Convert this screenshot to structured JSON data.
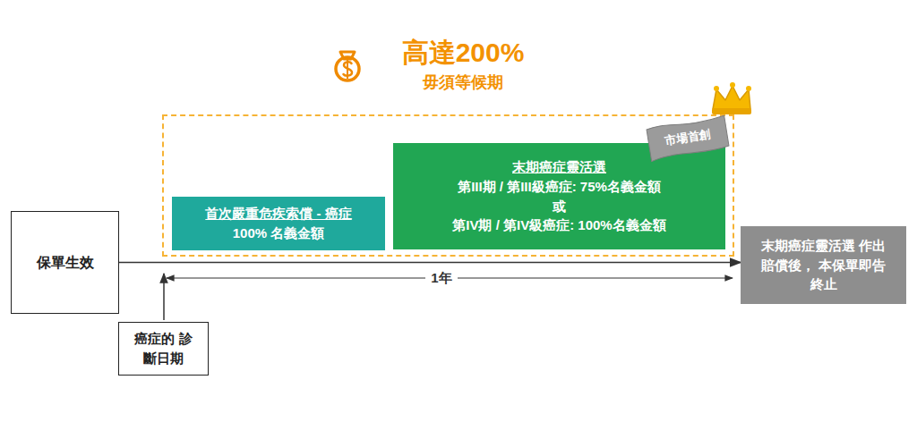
{
  "diagram": {
    "nodes": [
      {
        "text": [
          "高達200%",
          "毋須等候期"
        ]
      },
      {
        "text": [
          "保單生效"
        ]
      },
      {
        "text": [
          "首次嚴重危疾索償 - 癌症",
          "100% 名義金額"
        ],
        "in": 0
      },
      {
        "text": [
          "末期癌症靈活選",
          "第III期 / 第III級癌症: 75%名義金額",
          "或",
          "第IV期 / 第IV級癌症: 100%名義金額"
        ],
        "in": 0
      },
      {
        "text": [
          "市場首創"
        ],
        "in": 0
      },
      {
        "text": [
          "末期癌症靈活選 作出賠償後， 本保單即告終止"
        ]
      },
      {
        "text": [
          "癌症的 診斷日期"
        ]
      }
    ],
    "edges": [
      {
        "from": 1,
        "to": 5,
        "arrow": "to"
      }
    ],
    "labels": [
      "1年"
    ]
  }
}
